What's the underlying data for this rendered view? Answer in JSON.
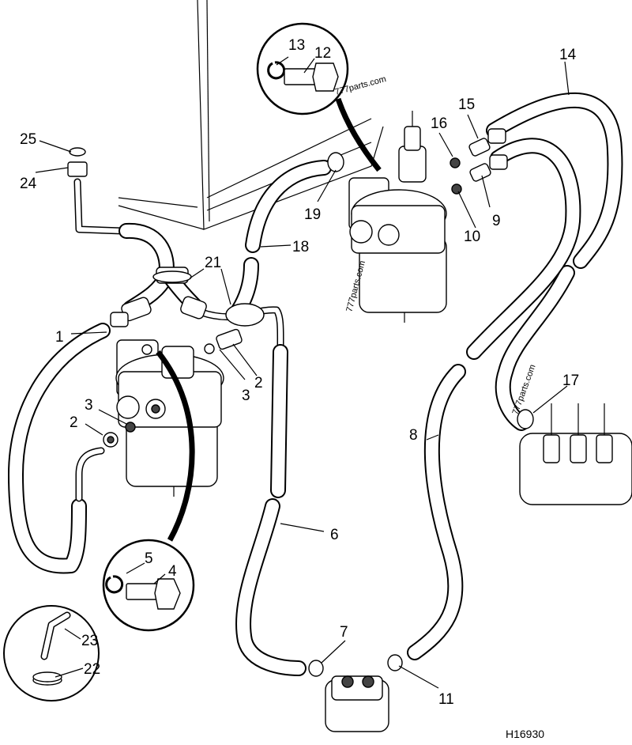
{
  "callouts": [
    "1",
    "2",
    "3",
    "4",
    "5",
    "6",
    "7",
    "8",
    "9",
    "10",
    "11",
    "12",
    "13",
    "14",
    "15",
    "16",
    "17",
    "18",
    "19",
    "21",
    "22",
    "23",
    "24",
    "25"
  ],
  "figure_ref": "H16930",
  "watermarks": [
    "777parts.com",
    "777parts.com",
    "777parts.com"
  ]
}
